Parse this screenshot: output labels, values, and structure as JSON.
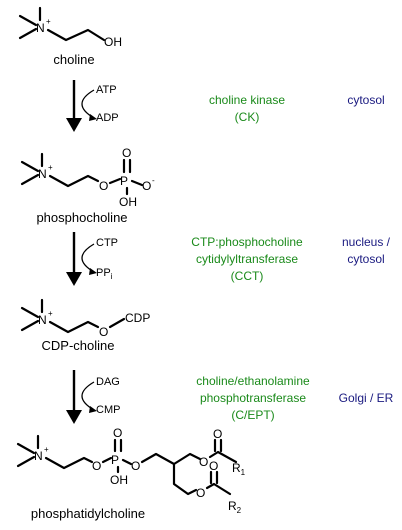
{
  "compounds": [
    {
      "name": "choline"
    },
    {
      "name": "phosphocholine"
    },
    {
      "name": "CDP-choline"
    },
    {
      "name": "phosphatidylcholine"
    }
  ],
  "atoms": {
    "nitrogen": "N",
    "plus": "+",
    "oxygen": "O",
    "hydroxyl": "OH",
    "phosphorus": "P",
    "minus": "-",
    "cdp": "CDP",
    "r_group": "R",
    "r1_sub": "1",
    "r2_sub": "2"
  },
  "steps": [
    {
      "reagent_in": "ATP",
      "reagent_out": "ADP",
      "enzyme_lines": [
        "choline kinase",
        "(CK)"
      ],
      "location_lines": [
        "cytosol"
      ]
    },
    {
      "reagent_in": "CTP",
      "reagent_out": "PP",
      "reagent_out_sub": "i",
      "enzyme_lines": [
        "CTP:phosphocholine",
        "cytidylyltransferase",
        "(CCT)"
      ],
      "location_lines": [
        "nucleus /",
        "cytosol"
      ]
    },
    {
      "reagent_in": "DAG",
      "reagent_out": "CMP",
      "enzyme_lines": [
        "choline/ethanolamine",
        "phosphotransferase",
        "(C/EPT)"
      ],
      "location_lines": [
        "Golgi / ER"
      ]
    }
  ],
  "colors": {
    "enzyme": "#1a8a1a",
    "location": "#1a1a80",
    "structure": "#000000"
  }
}
